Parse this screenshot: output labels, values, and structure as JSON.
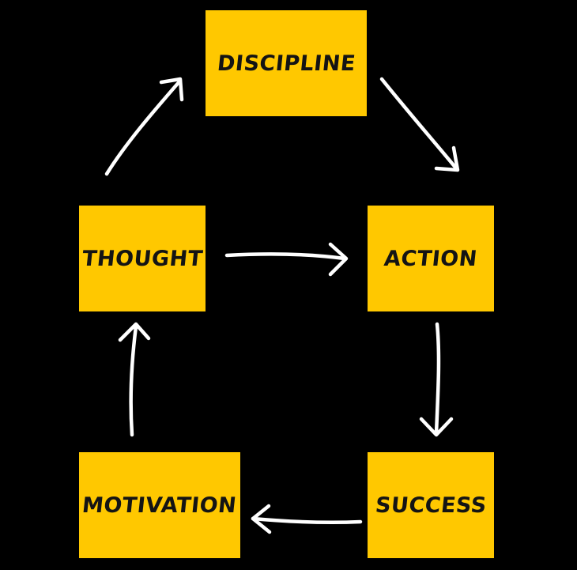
{
  "diagram": {
    "colors": {
      "background": "#000000",
      "node_fill": "#FFC800",
      "node_text": "#141414",
      "arrow": "#FFFFFF"
    },
    "nodes": {
      "discipline": "DISCIPLINE",
      "thought": "THOUGHT",
      "action": "ACTION",
      "motivation": "MOTIVATION",
      "success": "SUCCESS"
    },
    "edges": [
      {
        "from": "thought",
        "to": "discipline"
      },
      {
        "from": "discipline",
        "to": "action"
      },
      {
        "from": "thought",
        "to": "action"
      },
      {
        "from": "action",
        "to": "success"
      },
      {
        "from": "success",
        "to": "motivation"
      },
      {
        "from": "motivation",
        "to": "thought"
      }
    ]
  }
}
